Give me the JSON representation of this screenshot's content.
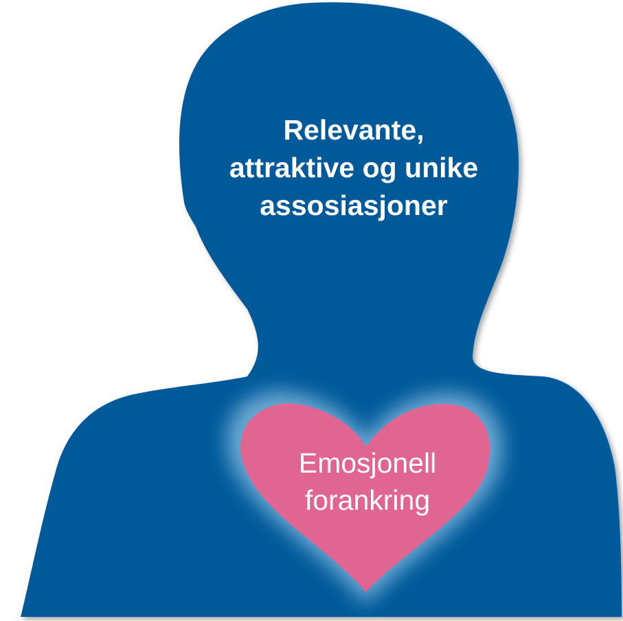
{
  "colors": {
    "silhouette": "#005a9a",
    "heart": "#e06591",
    "glow": "#7fb6dd",
    "text": "#ffffff"
  },
  "head_text": {
    "line1": "Relevante,",
    "line2": "attraktive og unike",
    "line3": "assosiasjoner"
  },
  "heart_text": {
    "line1": "Emosjonell",
    "line2": "forankring"
  }
}
